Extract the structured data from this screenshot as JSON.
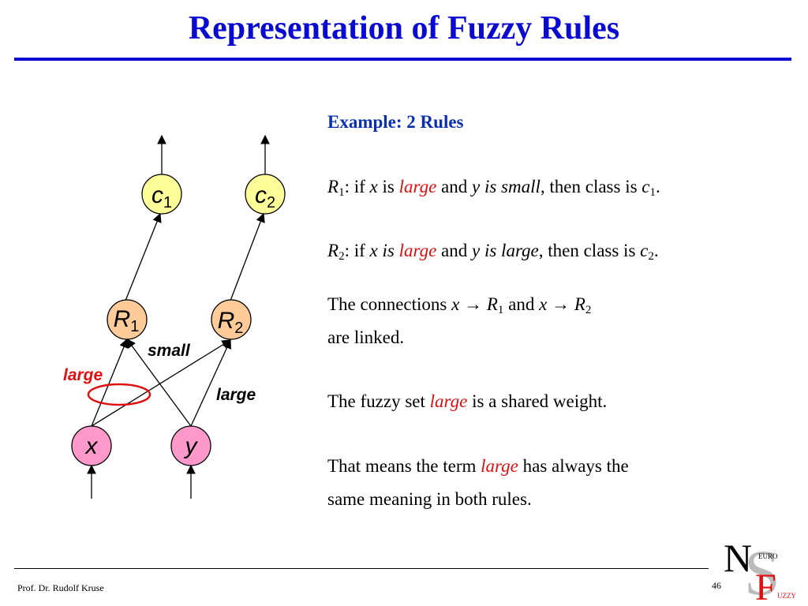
{
  "slide": {
    "title": "Representation of Fuzzy Rules"
  },
  "diagram": {
    "nodes": {
      "c1": {
        "letter": "c",
        "index": "1"
      },
      "c2": {
        "letter": "c",
        "index": "2"
      },
      "r1": {
        "letter": "R",
        "index": "1"
      },
      "r2": {
        "letter": "R",
        "index": "2"
      },
      "x": {
        "letter": "x"
      },
      "y": {
        "letter": "y"
      }
    },
    "edge_labels": {
      "large_x": "large",
      "small_y": "small",
      "large_y": "large"
    },
    "colors": {
      "output_node": "#ffff99",
      "rule_node": "#ffcc99",
      "input_node": "#ff99cc",
      "edge_label": "#e01010",
      "shared_weight_ellipse": "#e01010"
    }
  },
  "text": {
    "heading": "Example: 2 Rules",
    "rule1": {
      "name": "R",
      "index": "1",
      "p1": ": if ",
      "var1": "x",
      "p2": " is ",
      "term1": "large",
      "p3": " and ",
      "cond2": "y is small",
      "p4": ", then class is ",
      "cls": "c",
      "cls_index": "1",
      "end": "."
    },
    "rule2": {
      "name": "R",
      "index": "2",
      "p1": ": if ",
      "cond1": "x is",
      "p2": " ",
      "term1": "large",
      "p3": " and ",
      "cond2": "y is large",
      "p4": ", then class is ",
      "cls": "c",
      "cls_index": "2",
      "end": "."
    },
    "connections": {
      "p1": "The connections ",
      "v1": "x",
      "arrow1": " → ",
      "r1": "R",
      "r1_index": "1",
      "p2": " and ",
      "v2": "x",
      "arrow2": " → ",
      "r2": "R",
      "r2_index": "2",
      "line2": "are linked."
    },
    "shared": {
      "p1": "The fuzzy set ",
      "term": "large",
      "p2": " is a shared weight."
    },
    "meaning": {
      "p1": "That means the term ",
      "term": "large",
      "p2": " has always the",
      "line2": "same meaning in both rules."
    }
  },
  "footer": {
    "author": "Prof. Dr. Rudolf Kruse",
    "page": "46"
  },
  "logo": {
    "n": "N",
    "s": "S",
    "f": "F",
    "euro": "EURO",
    "uzzy": "UZZY"
  }
}
